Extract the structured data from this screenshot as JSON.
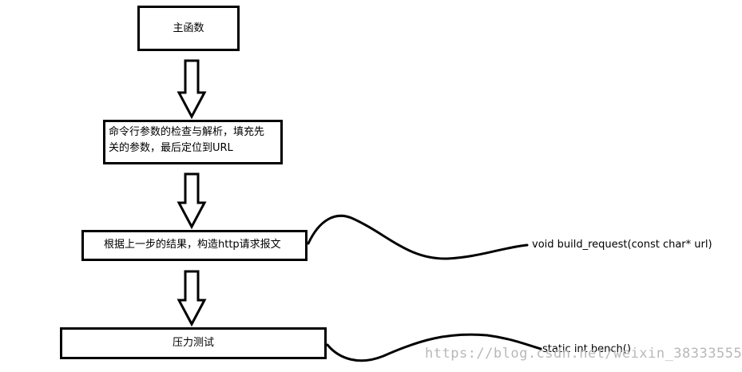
{
  "diagram": {
    "nodes": [
      {
        "id": "main",
        "label": "主函数"
      },
      {
        "id": "parse",
        "label_line1": "命令行参数的检查与解析，填充先",
        "label_line2": "关的参数，最后定位到URL"
      },
      {
        "id": "build",
        "label": "根据上一步的结果，构造http请求报文"
      },
      {
        "id": "bench",
        "label": "压力测试"
      }
    ],
    "annotations": {
      "build_request": "void build_request(const char* url)",
      "bench": "static int bench()"
    },
    "watermark": "https://blog.csdn.net/weixin_38333555"
  },
  "colors": {
    "stroke": "#000000",
    "background": "#ffffff",
    "watermark": "#b8b8b8"
  }
}
